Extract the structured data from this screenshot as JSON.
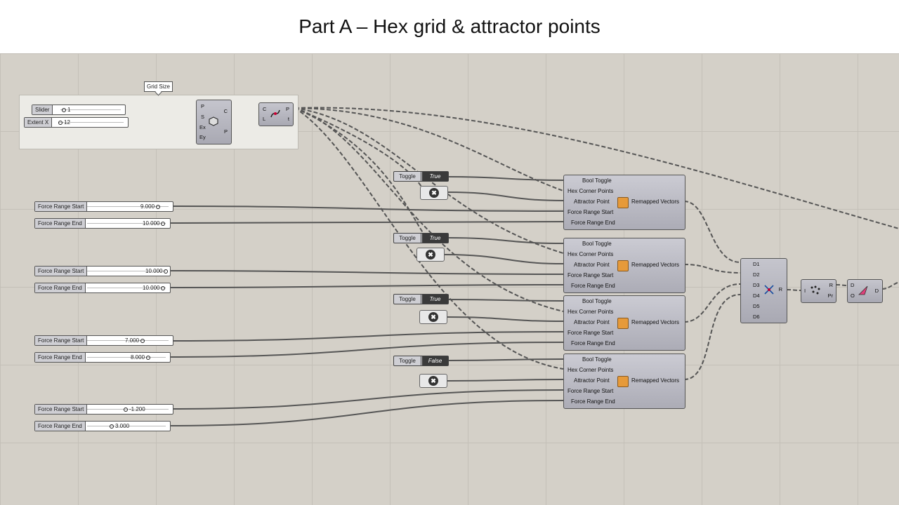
{
  "title": "Part A – Hex grid & attractor points",
  "group_label": "Grid Size",
  "grid_sliders": [
    {
      "label": "Slider",
      "value": "1"
    },
    {
      "label": "Extent X",
      "value": "12"
    }
  ],
  "hex_node": {
    "inputs": [
      "P",
      "S",
      "Ex",
      "Ey"
    ],
    "outputs": [
      "C",
      "P"
    ]
  },
  "list_node": {
    "inputs": [
      "C",
      "L"
    ],
    "outputs": [
      "P",
      "t"
    ]
  },
  "force_sliders": [
    {
      "label": "Force Range Start",
      "value": "9.000"
    },
    {
      "label": "Force Range End",
      "value": "10.000"
    },
    {
      "label": "Force Range Start",
      "value": "10.000"
    },
    {
      "label": "Force Range End",
      "value": "10.000"
    },
    {
      "label": "Force Range Start",
      "value": "7.000"
    },
    {
      "label": "Force Range End",
      "value": "8.000"
    },
    {
      "label": "Force Range Start",
      "value": "-1.200"
    },
    {
      "label": "Force Range End",
      "value": "3.000"
    }
  ],
  "toggles": [
    {
      "label": "Toggle",
      "value": "True"
    },
    {
      "label": "Toggle",
      "value": "True"
    },
    {
      "label": "Toggle",
      "value": "True"
    },
    {
      "label": "Toggle",
      "value": "False"
    }
  ],
  "cluster": {
    "inputs": [
      "Bool Toggle",
      "Hex Corner Points",
      "Attractor Point",
      "Force Range Start",
      "Force Range End"
    ],
    "output": "Remapped Vectors"
  },
  "merge_node": {
    "inputs": [
      "D1",
      "D2",
      "D3",
      "D4",
      "D5",
      "D6"
    ],
    "output": "R"
  },
  "small_node_1": {
    "inputs": [
      "I"
    ],
    "outputs": [
      "R",
      "Pr"
    ]
  },
  "small_node_2": {
    "inputs": [
      "D",
      "O"
    ],
    "outputs": [
      "D"
    ]
  }
}
